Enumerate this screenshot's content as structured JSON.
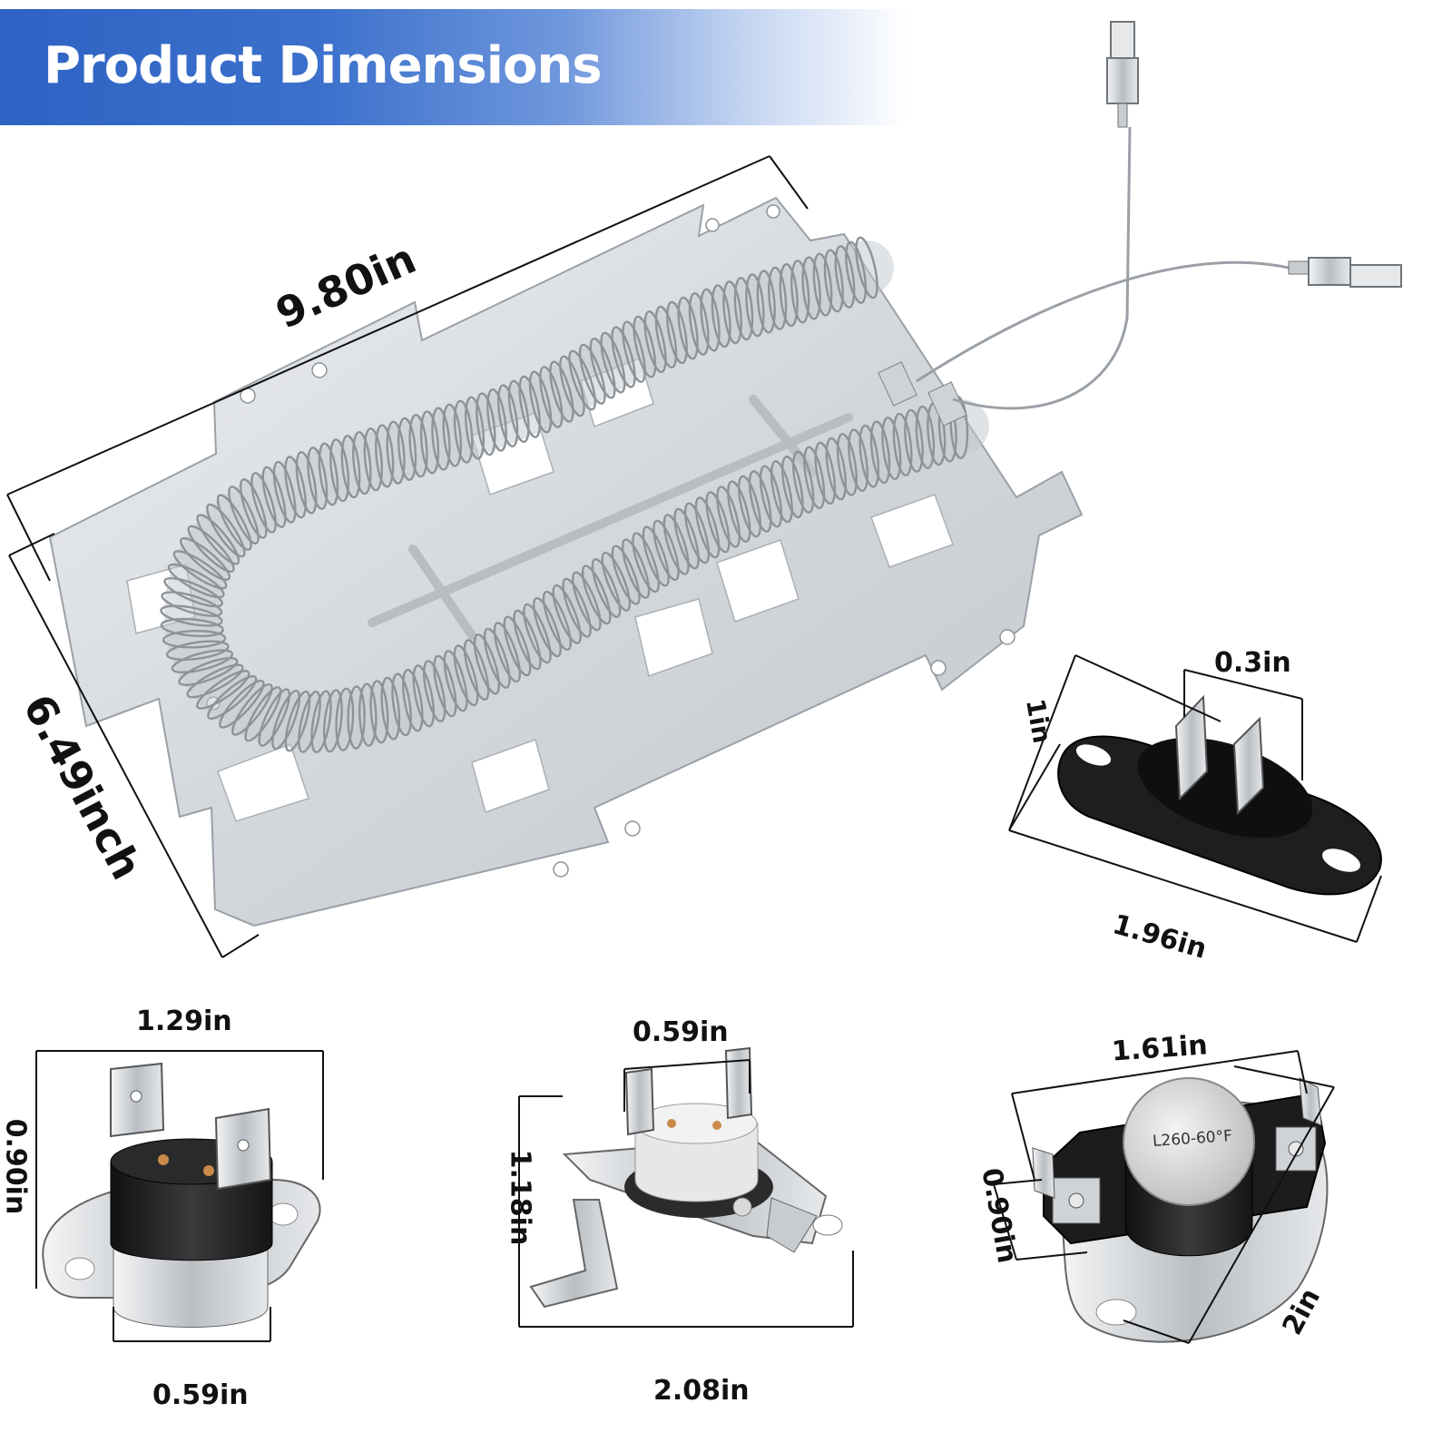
{
  "banner": {
    "title": "Product Dimensions"
  },
  "heater": {
    "length": "9.80in",
    "width": "6.49inch"
  },
  "thermostat_top_right": {
    "terminal_gap": "0.3in",
    "height": "1in",
    "width": "1.96in"
  },
  "thermostat_small": {
    "width": "1.29in",
    "height": "0.90in",
    "base_width": "0.59in"
  },
  "thermal_fuse": {
    "terminal_width": "0.59in",
    "height": "1.18in",
    "width": "2.08in"
  },
  "hi_limit_thermostat": {
    "width": "1.61in",
    "height": "0.90in",
    "depth": "2in",
    "cap_marking": "L260-60°F"
  },
  "colors": {
    "banner_blue": "#2f63c4",
    "plate_metal": "#d9dcdf",
    "coil_wire": "#8e9398",
    "bakelite": "#222222"
  }
}
